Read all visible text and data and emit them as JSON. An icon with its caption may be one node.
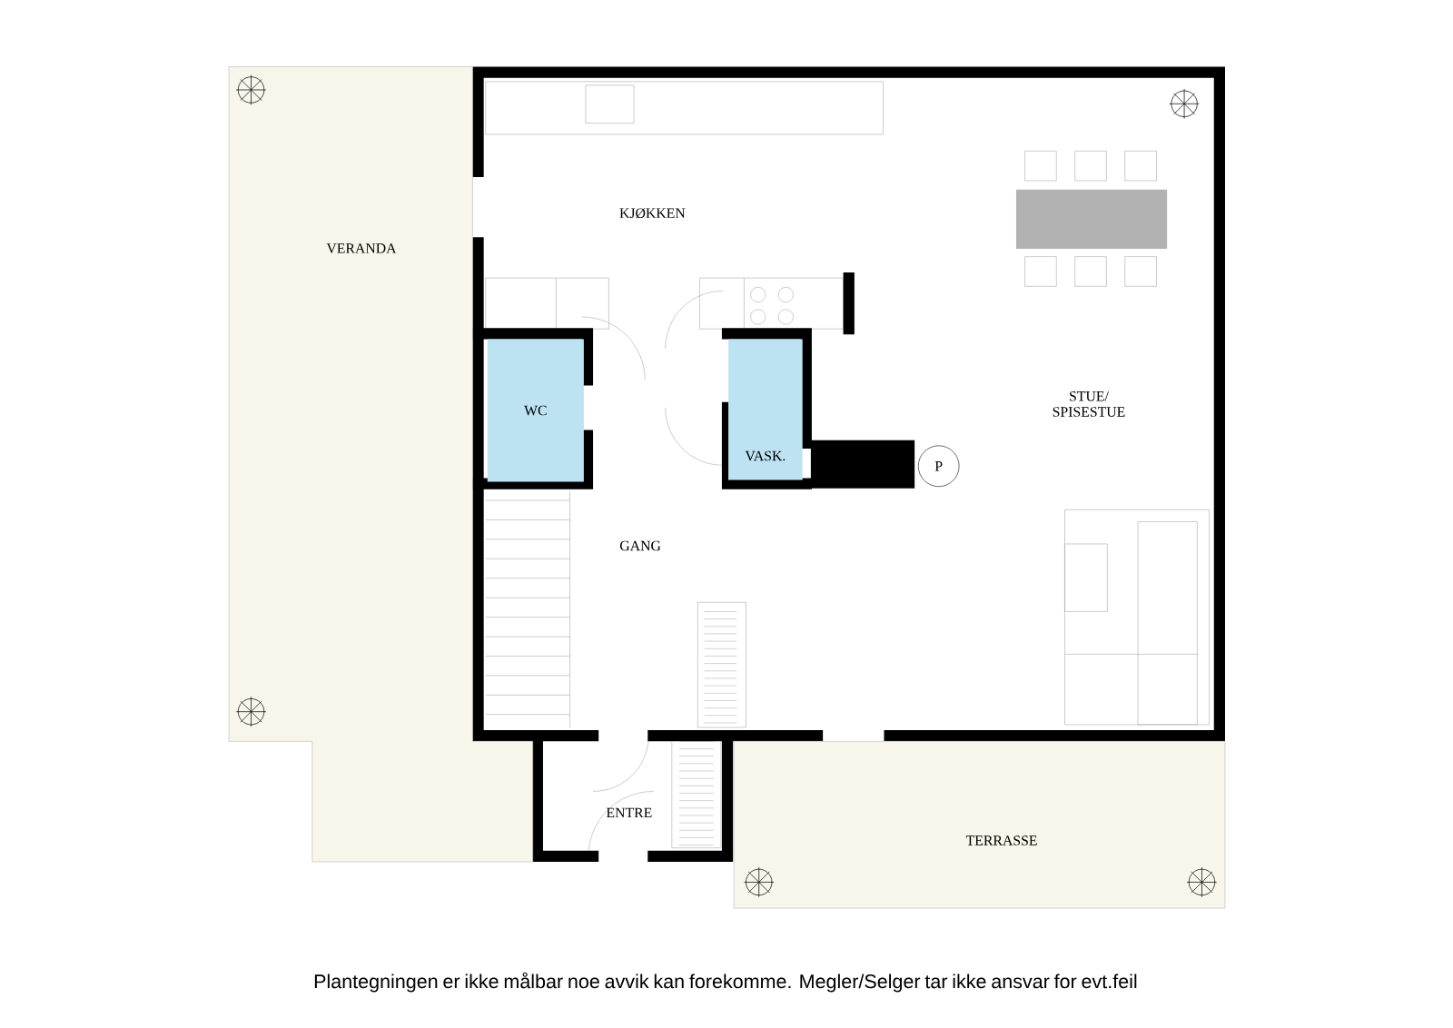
{
  "diagram": {
    "caption": "Plantegningen er ikke målbar noe avvik kan forekomme. Megler/Selger tar ikke ansvar for evt.feil",
    "nodes": [
      {
        "text": [
          "VERANDA"
        ]
      },
      {
        "text": [
          "WC"
        ]
      },
      {
        "text": [
          "VASK."
        ]
      },
      {
        "text": [
          "P"
        ]
      },
      {
        "text": [
          "TERRASSE"
        ]
      }
    ],
    "edges": [],
    "labels": [
      "KJØKKEN",
      "STUE/ SPISESTUE",
      "GANG",
      "ENTRE"
    ]
  }
}
